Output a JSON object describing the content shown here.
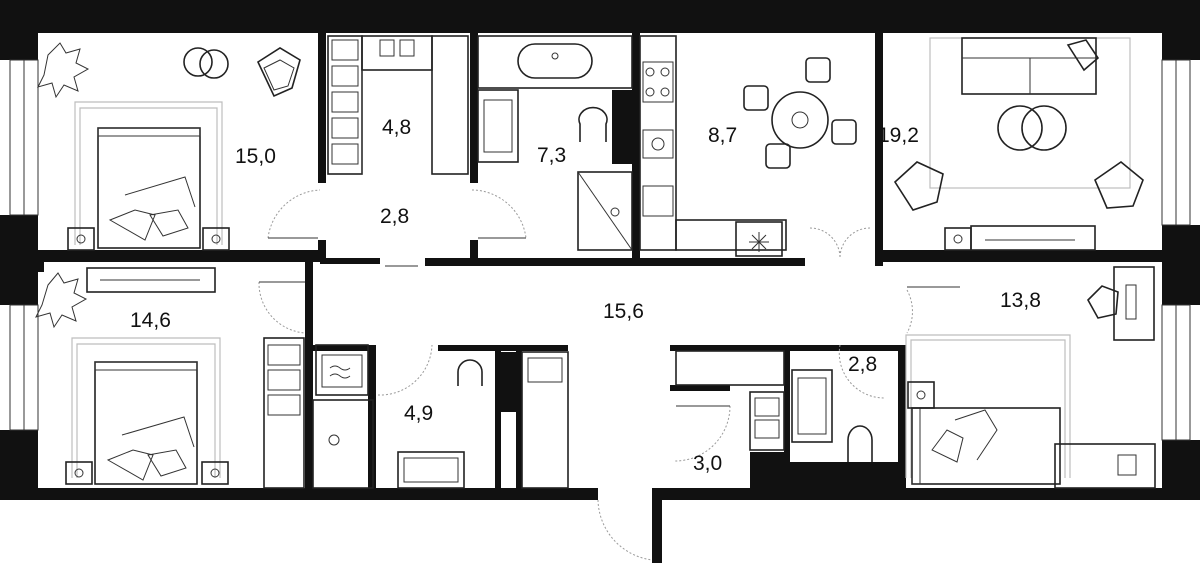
{
  "rooms": [
    {
      "id": "bedroom-1",
      "area": "15,0"
    },
    {
      "id": "wardrobe",
      "area": "4,8"
    },
    {
      "id": "hall-small",
      "area": "2,8"
    },
    {
      "id": "bathroom-1",
      "area": "7,3"
    },
    {
      "id": "kitchen",
      "area": "8,7"
    },
    {
      "id": "living-room",
      "area": "19,2"
    },
    {
      "id": "bedroom-2",
      "area": "14,6"
    },
    {
      "id": "corridor",
      "area": "15,6"
    },
    {
      "id": "bedroom-3",
      "area": "13,8"
    },
    {
      "id": "bathroom-2",
      "area": "4,9"
    },
    {
      "id": "bathroom-3",
      "area": "2,8"
    },
    {
      "id": "storage",
      "area": "3,0"
    }
  ]
}
